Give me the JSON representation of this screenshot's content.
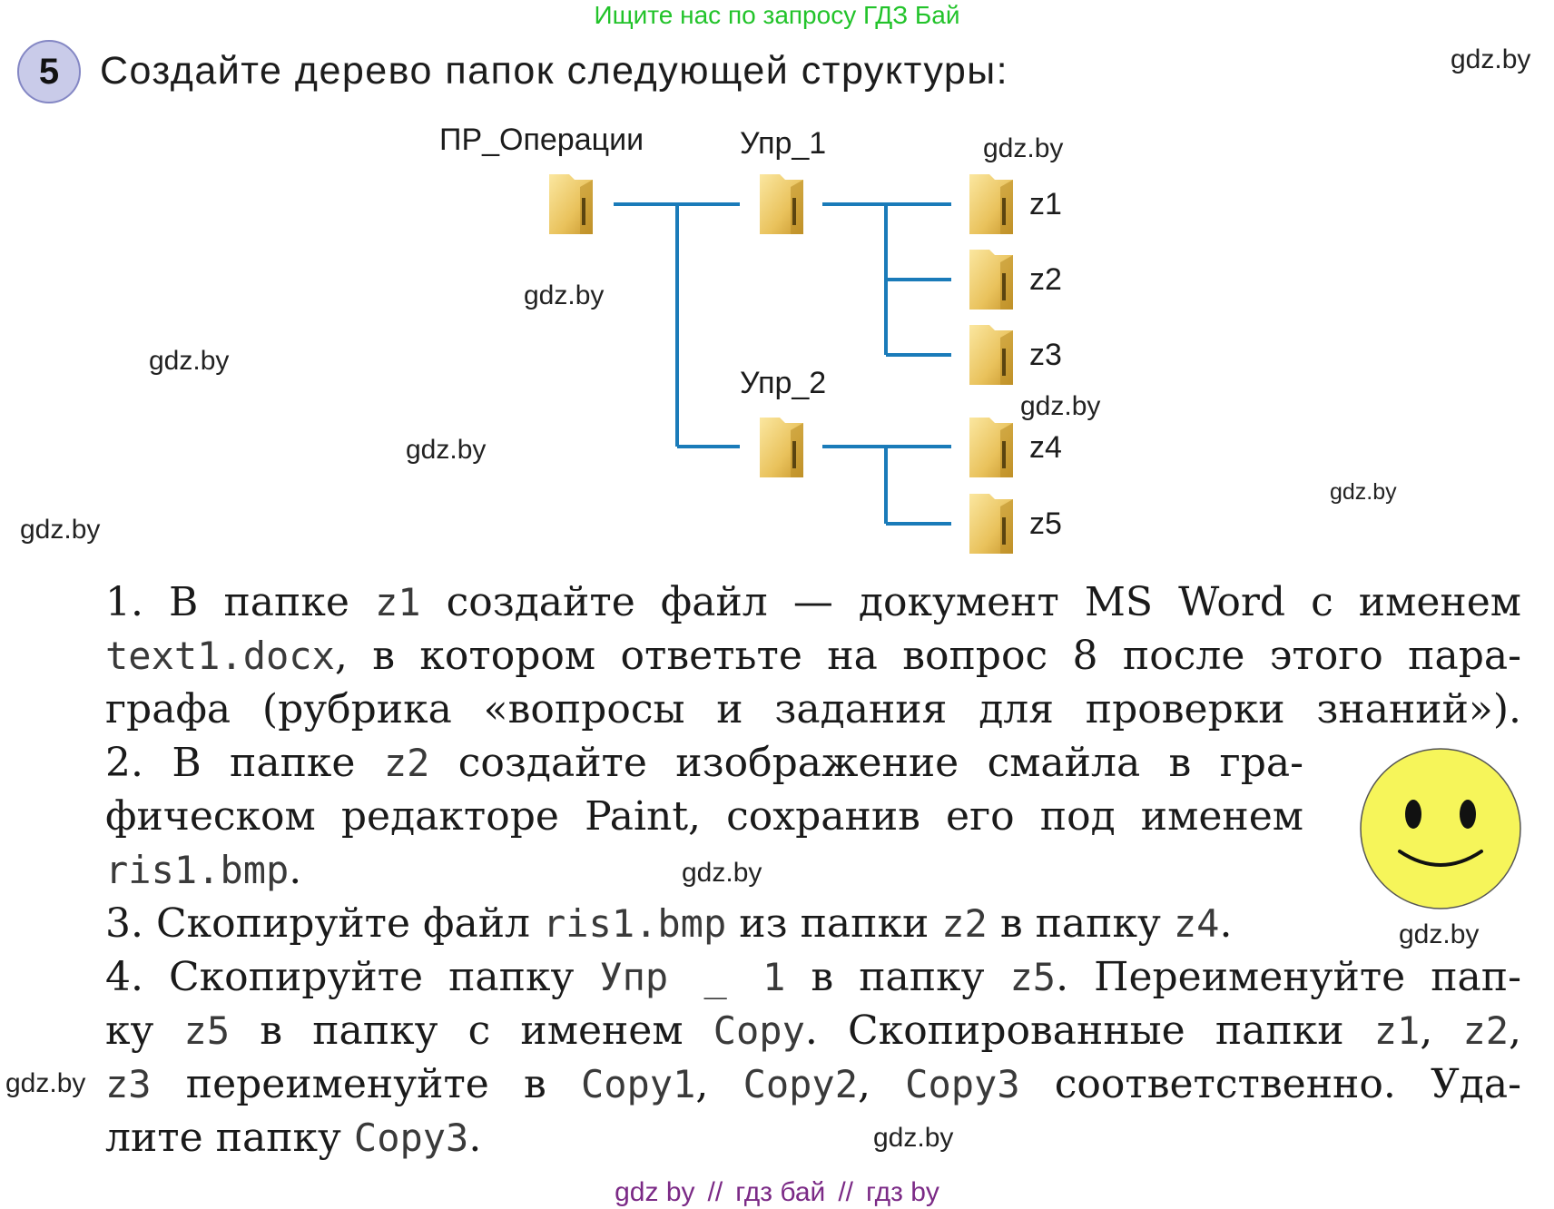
{
  "banner": "Ищите нас по запросу ГДЗ Бай",
  "task_number": "5",
  "heading": "Создайте дерево папок следующей структуры:",
  "tree": {
    "root": "ПР_Операции",
    "upr1": "Упр_1",
    "upr2": "Упр_2",
    "z1": "z1",
    "z2": "z2",
    "z3": "z3",
    "z4": "z4",
    "z5": "z5"
  },
  "watermark": "gdz.by",
  "tasks": {
    "t1": {
      "a": "1. В папке ",
      "b": "z1",
      "c": " создайте файл — документ MS Word с именем",
      "d": "text1.docx",
      "e": ", в котором ответьте на вопрос 8 после этого пара-",
      "f": "графа (рубрика «вопросы и задания для проверки знаний»)."
    },
    "t2": {
      "a": "2. В папке ",
      "b": "z2",
      "c": " создайте изображение смайла в гра-",
      "d": "фическом редакторе Paint, сохранив его под именем",
      "e": "ris1.bmp",
      "f": "."
    },
    "t3": {
      "a": "3. Скопируйте файл ",
      "b": "ris1.bmp",
      "c": " из папки ",
      "d": "z2",
      "e": " в папку ",
      "f": "z4",
      "g": "."
    },
    "t4": {
      "a": "4. Скопируйте папку ",
      "b": "Упр _ 1",
      "c": " в папку ",
      "d": "z5",
      "e": ". Переименуйте пап-",
      "f": "ку ",
      "g": "z5",
      "h": " в папку с именем ",
      "i": "Copy",
      "j": ". Скопированные папки ",
      "k": "z1",
      "l": ", ",
      "m": "z2",
      "n": ",",
      "o": "z3",
      "p": " переименуйте в ",
      "q": "Copy1",
      "r": ", ",
      "s": "Copy2",
      "t": ", ",
      "u": "Copy3",
      "v": " соответственно. Уда-",
      "w": "лите папку ",
      "x": "Copy3",
      "y": "."
    }
  },
  "footer": {
    "a": "gdz by",
    "sep": "//",
    "b": "гдз бай",
    "c": "гдз by"
  },
  "colors": {
    "banner": "#22c32a",
    "tree_line": "#1a7bb9",
    "folder": "#e8c25a",
    "smiley": "#f6f55a",
    "footer": "#7b2a86",
    "badge": "#c9cbe9"
  }
}
